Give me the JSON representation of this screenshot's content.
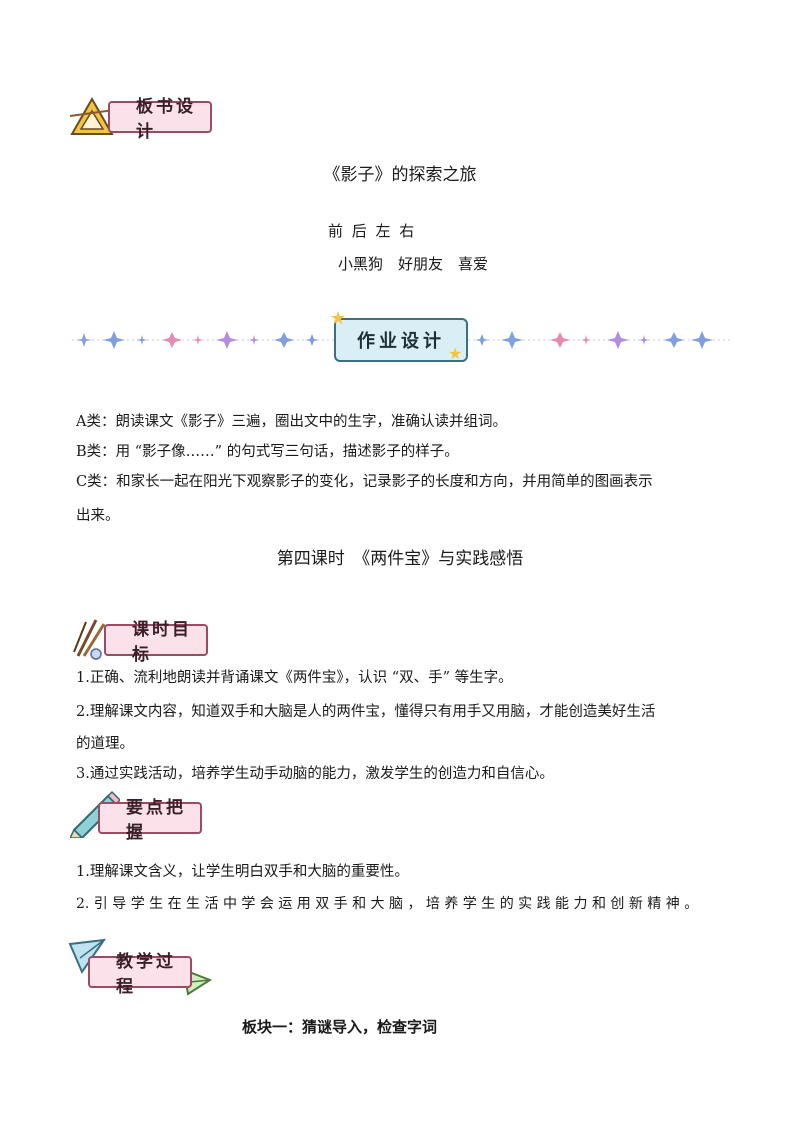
{
  "board_design": {
    "badge": "板书设计",
    "title": "《影子》的探索之旅",
    "line1": "前 后 左 右",
    "line2": "小黑狗　好朋友　喜爱"
  },
  "homework": {
    "badge": "作业设计",
    "items": [
      "A类：朗读课文《影子》三遍，圈出文中的生字，准确认读并组词。",
      "B类：用 “影子像……” 的句式写三句话，描述影子的样子。",
      "C类：和家长一起在阳光下观察影子的变化，记录影子的长度和方向，并用简单的图画表示",
      "出来。"
    ]
  },
  "lesson4": {
    "title": "第四课时　《两件宝》与实践感悟"
  },
  "goals": {
    "badge": "课时目标",
    "lines": [
      "1.正确、流利地朗读并背诵课文《两件宝》，认识 “双、手” 等生字。",
      "2.理解课文内容，知道双手和大脑是人的两件宝，懂得只有用手又用脑，才能创造美好生活",
      "的道理。",
      "3.通过实践活动，培养学生动手动脑的能力，激发学生的创造力和自信心。"
    ]
  },
  "key_points": {
    "badge": "要点把握",
    "lines": [
      "1.理解课文含义，让学生明白双手和大脑的重要性。",
      "2. 引 导 学 生 在 生 活 中 学 会 运 用 双 手 和 大 脑 ， 培 养 学 生 的 实 践 能 力 和 创 新 精 神 。"
    ]
  },
  "process": {
    "badge": "教学过程",
    "section1": "板块一：猜谜导入，检查字词"
  },
  "colors": {
    "pink_badge": "#fbe2ea",
    "blue_badge": "#e3f1f7",
    "sparkle_blue": "#7f9fe0",
    "sparkle_pink": "#e78ab2"
  }
}
